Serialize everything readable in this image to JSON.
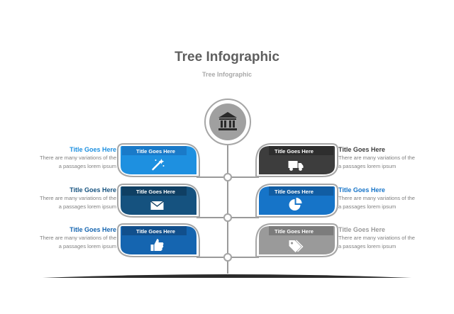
{
  "header": {
    "title": "Tree Infographic",
    "subtitle": "Tree Infographic"
  },
  "root": {
    "icon": "bank-icon"
  },
  "leaves": [
    {
      "side": "left",
      "label": "Title Goes Here",
      "icon": "magic-wand-icon",
      "color": "#1e90e0",
      "header_color": "#1a7ac8",
      "title_color": "#1e90e0",
      "side_title": "Title Goes Here",
      "side_text": [
        "There are many variations of the",
        "a passages lorem ipsum"
      ]
    },
    {
      "side": "right",
      "label": "Title Goes Here",
      "icon": "truck-icon",
      "color": "#3d3d3d",
      "header_color": "#2e2e2e",
      "title_color": "#3d3d3d",
      "side_title": "Title Goes Here",
      "side_text": [
        "There are many variations of the",
        "a passages lorem ipsum"
      ]
    },
    {
      "side": "left",
      "label": "Title Goes Here",
      "icon": "envelope-icon",
      "color": "#15527f",
      "header_color": "#0f3f63",
      "title_color": "#15527f",
      "side_title": "Title Goes Here",
      "side_text": [
        "There are many variations of the",
        "a passages lorem ipsum"
      ]
    },
    {
      "side": "right",
      "label": "Title Goes Here",
      "icon": "pie-chart-icon",
      "color": "#1674c8",
      "header_color": "#115da3",
      "title_color": "#1674c8",
      "side_title": "Title Goes Here",
      "side_text": [
        "There are many variations of the",
        "a passages lorem ipsum"
      ]
    },
    {
      "side": "left",
      "label": "Title Goes Here",
      "icon": "thumbs-up-icon",
      "color": "#1565b0",
      "header_color": "#114f8c",
      "title_color": "#1565b0",
      "side_title": "Title Goes Here",
      "side_text": [
        "There are many variations of the",
        "a passages lorem ipsum"
      ]
    },
    {
      "side": "right",
      "label": "Title Goes Here",
      "icon": "tag-icon",
      "color": "#9a9a9a",
      "header_color": "#7c7c7c",
      "title_color": "#9a9a9a",
      "side_title": "Title Goes Here",
      "side_text": [
        "There are many variations of the",
        "a passages lorem ipsum"
      ]
    }
  ],
  "colors": {
    "trunk": "#9a9a9a",
    "outline": "#a6a6a6",
    "root_fill": "#a0a0a0",
    "ground": "#2b2b2b"
  }
}
